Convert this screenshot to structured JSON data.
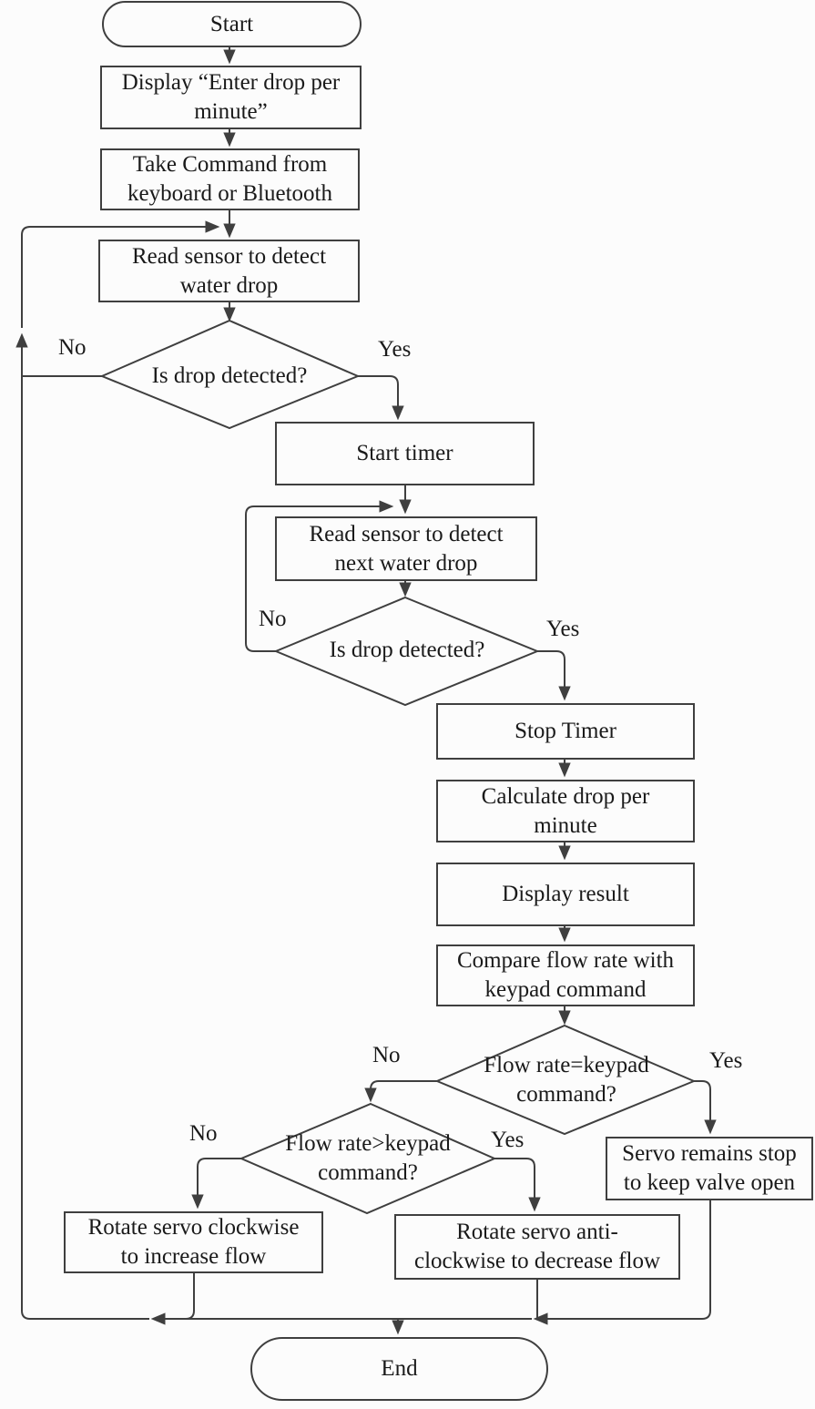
{
  "diagram_type": "flowchart",
  "colors": {
    "line": "#3f3f3f",
    "text": "#1a1a1a",
    "background": "#fcfcfc"
  },
  "branch_labels": {
    "yes": "Yes",
    "no": "No"
  },
  "nodes": {
    "start": "Start",
    "display_prompt": "Display “Enter drop per\nminute”",
    "take_command": "Take Command from\nkeyboard or Bluetooth",
    "read_sensor": "Read sensor to detect\nwater drop",
    "is_drop_detected_1": "Is drop detected?",
    "start_timer": "Start timer",
    "read_sensor_next": "Read sensor to detect\nnext water drop",
    "is_drop_detected_2": "Is drop detected?",
    "stop_timer": "Stop Timer",
    "calculate_dpm": "Calculate drop per\nminute",
    "display_result": "Display result",
    "compare_flow": "Compare flow rate with\nkeypad command",
    "flow_equal": "Flow rate=keypad\ncommand?",
    "servo_stop": "Servo remains stop\nto keep valve open",
    "flow_greater": "Flow rate>keypad\ncommand?",
    "rotate_cw": "Rotate servo clockwise\nto increase flow",
    "rotate_acw": "Rotate servo anti-\nclockwise to decrease flow",
    "end": "End"
  }
}
